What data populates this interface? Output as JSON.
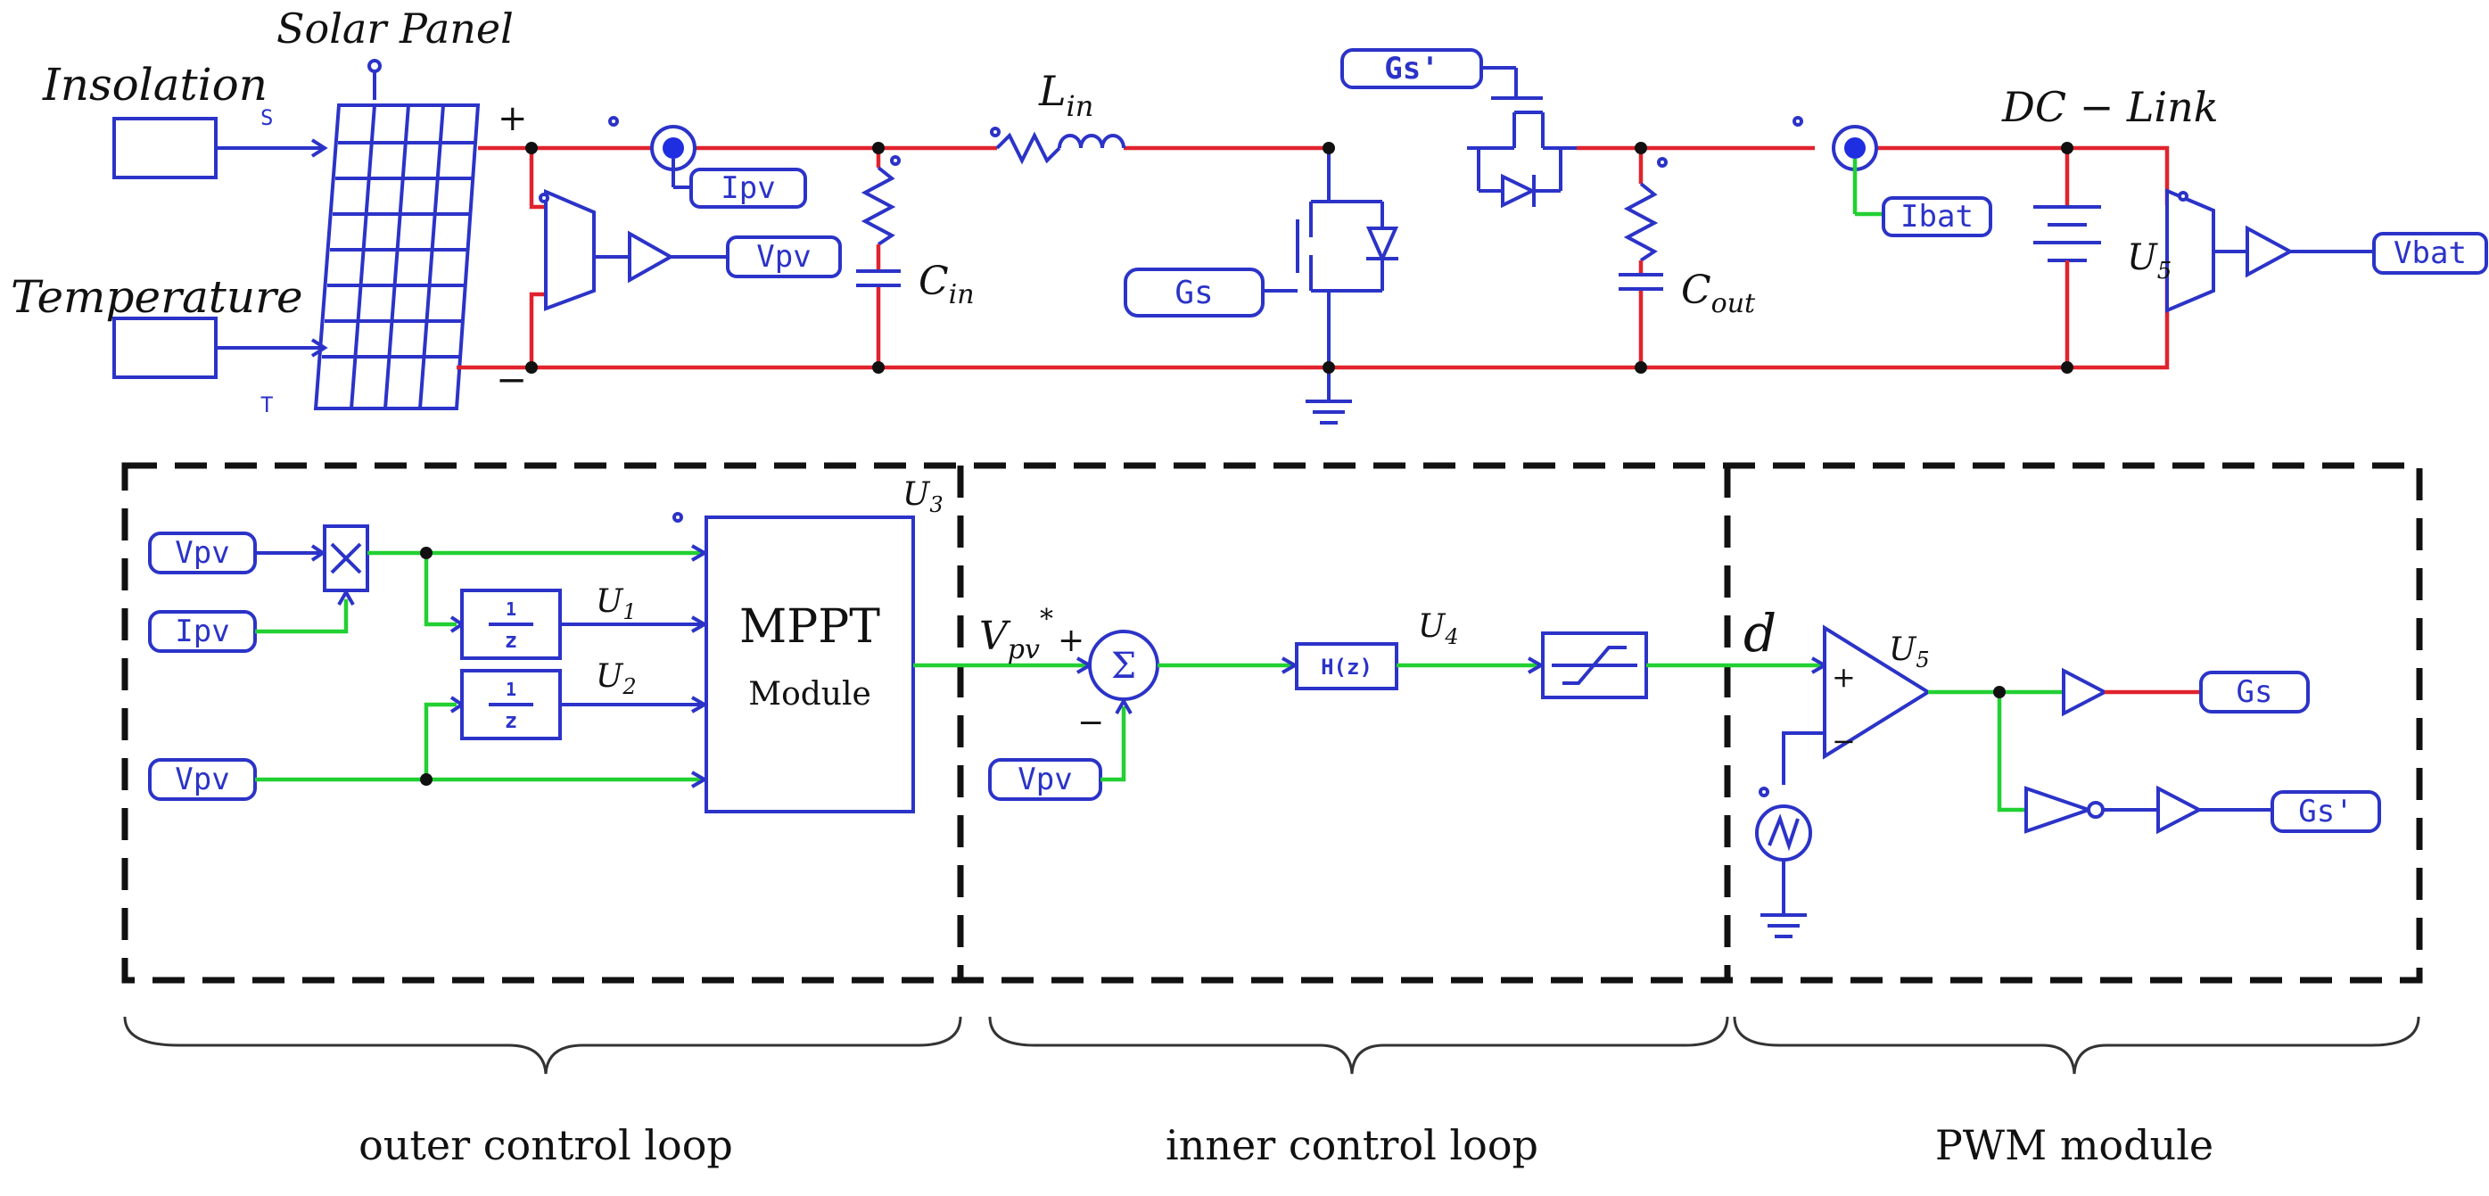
{
  "power_stage": {
    "inputs": {
      "insolation_label": "Insolation",
      "insolation_port": "S",
      "temperature_label": "Temperature",
      "temperature_port": "T"
    },
    "solar_panel_label": "Solar Panel",
    "polarity_plus": "+",
    "polarity_minus": "−",
    "probes": {
      "ipv": "Ipv",
      "vpv": "Vpv",
      "ibat": "Ibat",
      "vbat": "Vbat"
    },
    "gates": {
      "gs": "Gs",
      "gs_prime": "Gs'"
    },
    "components": {
      "cin_base": "C",
      "cin_sub": "in",
      "lin_base": "L",
      "lin_sub": "in",
      "cout_base": "C",
      "cout_sub": "out",
      "dc_link": "DC − Link",
      "u5_base": "U",
      "u5_sub": "5"
    }
  },
  "control": {
    "outer_loop": {
      "input_vpv_top": "Vpv",
      "input_ipv": "Ipv",
      "input_vpv_bottom": "Vpv",
      "delay_num": "1",
      "delay_den": "z",
      "u1_base": "U",
      "u1_sub": "1",
      "u2_base": "U",
      "u2_sub": "2",
      "u3_base": "U",
      "u3_sub": "3",
      "mppt_title": "MPPT",
      "mppt_subtitle": "Module"
    },
    "inner_loop": {
      "ref_base": "V",
      "ref_sub": "pv",
      "ref_sup": "*",
      "plus": "+",
      "minus": "−",
      "sum_symbol": "Σ",
      "feedback_input": "Vpv",
      "controller": "H(z)",
      "u4_base": "U",
      "u4_sub": "4"
    },
    "pwm": {
      "duty_label": "d",
      "comp_plus": "+",
      "comp_minus": "−",
      "u5_base": "U",
      "u5_sub": "5",
      "out_gs": "Gs",
      "out_gs_prime": "Gs'"
    }
  },
  "section_labels": {
    "outer": "outer control loop",
    "inner": "inner control loop",
    "pwm": "PWM module"
  },
  "colors": {
    "power_wire": "#e0232d",
    "signal_wire": "#21d032",
    "component": "#2b33c8",
    "frame": "#111111"
  }
}
